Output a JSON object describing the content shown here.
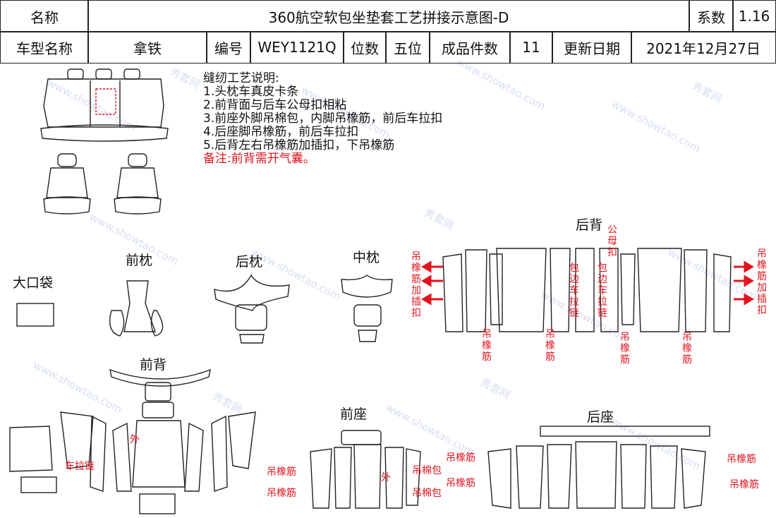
{
  "header": {
    "name_label": "名称",
    "title": "360航空软包坐垫套工艺拼接示意图-D",
    "coef_label": "系数",
    "coef_value": "1.16",
    "model_label": "车型名称",
    "model_value": "拿铁",
    "code_label": "编号",
    "code_value": "WEY1121Q",
    "seat_label": "位数",
    "seat_value": "五位",
    "pieces_label": "成品件数",
    "pieces_value": "11",
    "date_label": "更新日期",
    "date_value": "2021年12月27日"
  },
  "notes": {
    "heading": "缝纫工艺说明:",
    "items": [
      "1.头枕车真皮卡条",
      "2.前背面与后车公母扣相粘",
      "3.前座外脚吊棉包，内脚吊橡筋，前后车拉扣",
      "4.后座脚吊橡筋，前后车拉扣",
      "5.后背左右吊橡筋加插扣，下吊橡筋"
    ],
    "remark": "备注:前背需开气囊。"
  },
  "sections": {
    "big_pocket": "大口袋",
    "front_pillow": "前枕",
    "rear_pillow": "后枕",
    "mid_pillow": "中枕",
    "rear_back": "后背",
    "front_back": "前背",
    "front_seat": "前座",
    "rear_seat": "后座"
  },
  "annotations": {
    "male_female": "公母扣",
    "elastic_insert_left": "吊橡筋加插扣",
    "elastic_insert_right": "吊橡筋加插扣",
    "side_zip_1": "包边车拉链",
    "side_zip_2": "包边车拉链",
    "elastic": "吊橡筋",
    "outer": "外",
    "zipper": "车拉链",
    "cotton_bag": "吊棉包"
  },
  "watermark": {
    "text_url": "www.showtao.com",
    "text_cn": "秀套网"
  },
  "colors": {
    "annotation_red": "#e0141e",
    "line": "#222222",
    "watermark": "#cfd6ee"
  }
}
